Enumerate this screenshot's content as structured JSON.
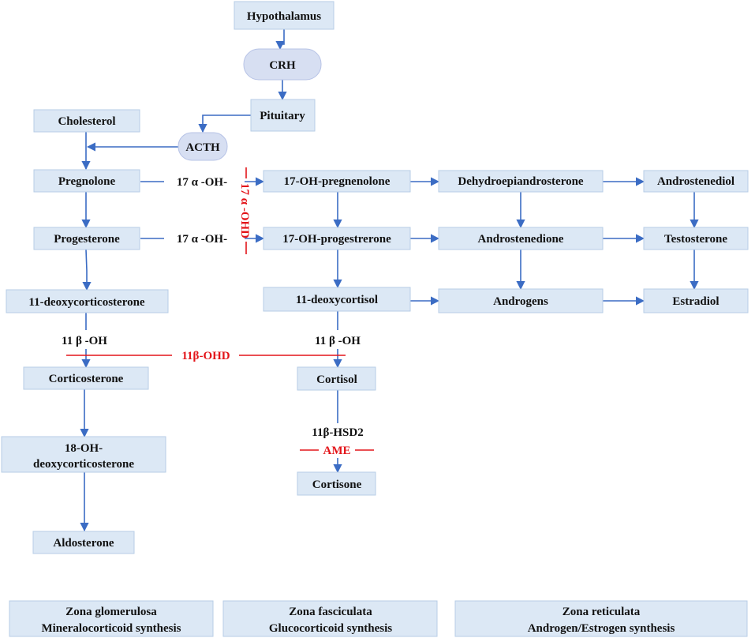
{
  "nodes": {
    "hypothalamus": "Hypothalamus",
    "crh": "CRH",
    "pituitary": "Pituitary",
    "acth": "ACTH",
    "cholesterol": "Cholesterol",
    "pregnolone": "Pregnolone",
    "progesterone": "Progesterone",
    "deoxycorticosterone": "11-deoxycorticosterone",
    "corticosterone": "Corticosterone",
    "oh18_line1": "18-OH-",
    "oh18_line2": "deoxycorticosterone",
    "aldosterone": "Aldosterone",
    "oh17_pregnenolone": "17-OH-pregnenolone",
    "oh17_progesterone": "17-OH-progestrerone",
    "deoxycortisol": "11-deoxycortisol",
    "cortisol": "Cortisol",
    "cortisone": "Cortisone",
    "dhea": "Dehydroepiandrosterone",
    "androstenedione": "Androstenedione",
    "androgens": "Androgens",
    "androstenediol": "Androstenediol",
    "testosterone": "Testosterone",
    "estradiol": "Estradiol"
  },
  "enzymes": {
    "alpha17_top": "17 α -OH-",
    "alpha17_bottom": "17 α -OH-",
    "beta11_left": "11 β -OH",
    "beta11_right": "11 β -OH",
    "hsd2": "11β-HSD2"
  },
  "deficiencies": {
    "ohd17": "17 α -OHD",
    "ohd11": "11β-OHD",
    "ame": "AME"
  },
  "zones": [
    {
      "line1": "Zona glomerulosa",
      "line2": "Mineralocorticoid synthesis"
    },
    {
      "line1": "Zona fasciculata",
      "line2": "Glucocorticoid synthesis"
    },
    {
      "line1": "Zona reticulata",
      "line2": "Androgen/Estrogen synthesis"
    }
  ]
}
